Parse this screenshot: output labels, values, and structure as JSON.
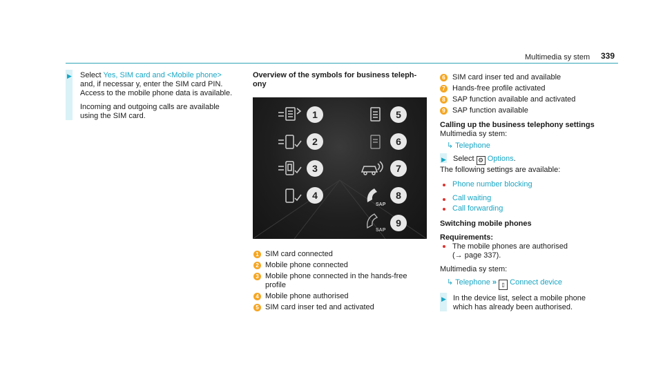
{
  "header": {
    "title": "Multimedia sy stem",
    "page": "339"
  },
  "col1": {
    "select_prefix": "Select",
    "select_link": "Yes, SIM card and <Mobile phone>",
    "line2": "and, if necessar y, enter the SIM card PIN.",
    "line3": "Access to the mobile phone data is available.",
    "line4": "Incoming and outgoing calls are available",
    "line5": "using the SIM card."
  },
  "col2": {
    "heading1": "Overview of the symbols for business teleph-",
    "heading2": "ony",
    "figure_numbers": [
      "1",
      "2",
      "3",
      "4",
      "5",
      "6",
      "7",
      "8",
      "9"
    ],
    "sap_label": "SAP",
    "legend": [
      {
        "num": "1",
        "text": "SIM card connected"
      },
      {
        "num": "2",
        "text": "Mobile phone connected"
      },
      {
        "num": "3",
        "text": "Mobile phone connected in the hands-free"
      },
      {
        "num": "",
        "text": "profile"
      },
      {
        "num": "4",
        "text": "Mobile phone authorised"
      },
      {
        "num": "5",
        "text": "SIM card inser ted and activated"
      }
    ]
  },
  "col3": {
    "legend": [
      {
        "num": "6",
        "text": "SIM card inser ted and available"
      },
      {
        "num": "7",
        "text": "Hands-free profile activated"
      },
      {
        "num": "8",
        "text": "SAP function available and activated"
      },
      {
        "num": "9",
        "text": "SAP function available"
      }
    ],
    "heading_calling": "Calling up the business telephony settings",
    "multimedia1": "Multimedia sy stem:",
    "nav_telephone": "Telephone",
    "select_prefix": "Select",
    "options": "Options",
    "following": "The following settings are available:",
    "settings": [
      "Phone number blocking",
      "Call waiting",
      "Call forwarding"
    ],
    "heading_switching": "Switching mobile phones",
    "requirements": "Requirements:",
    "req_line1": "The mobile phones are authorised",
    "req_line2": "(→ page 337).",
    "multimedia2": "Multimedia sy stem:",
    "nav_telephone2": "Telephone",
    "connect_device": "Connect device",
    "final_line1": "In the device list, select a mobile phone",
    "final_line2": "which has already been authorised."
  },
  "colors": {
    "accent": "#18a6c4",
    "badge": "#f5a623",
    "bullet": "#e0322e"
  }
}
